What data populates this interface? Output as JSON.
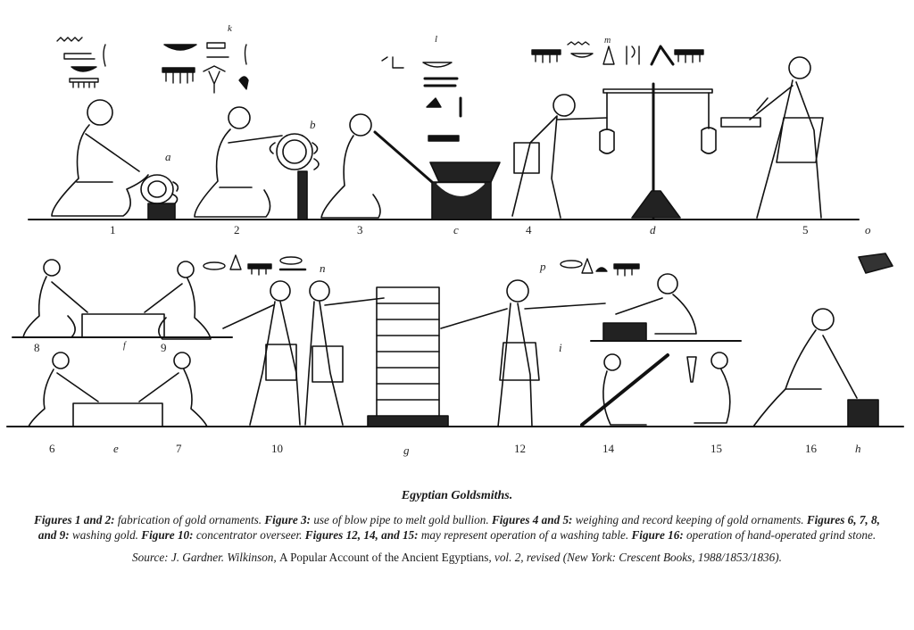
{
  "plate": {
    "top_register": {
      "figure_numbers": [
        "1",
        "2",
        "3",
        "4",
        "5"
      ],
      "object_letters": [
        "a",
        "b",
        "c",
        "d",
        "o"
      ],
      "hieroglyph_group_letters": [
        "k",
        "l",
        "m"
      ]
    },
    "bottom_register": {
      "figure_numbers": [
        "8",
        "9",
        "6",
        "7",
        "10",
        "12",
        "14",
        "15",
        "16"
      ],
      "object_letters": [
        "f",
        "e",
        "g",
        "i",
        "h"
      ],
      "hieroglyph_group_letters": [
        "n",
        "p"
      ]
    },
    "labels": {
      "n1": "1",
      "n2": "2",
      "n3": "3",
      "n4": "4",
      "n5": "5",
      "la": "a",
      "lb": "b",
      "lc": "c",
      "ld": "d",
      "lo": "o",
      "lk": "k",
      "ll": "l",
      "lm": "m",
      "n8": "8",
      "n9": "9",
      "lf": "f",
      "n6": "6",
      "le": "e",
      "n7": "7",
      "n10": "10",
      "ln": "n",
      "lg": "g",
      "lp": "p",
      "li": "i",
      "n12": "12",
      "n14": "14",
      "n15": "15",
      "n16": "16",
      "lh": "h"
    }
  },
  "caption": {
    "title": "Egyptian Goldsmiths.",
    "entries": [
      {
        "figures": "Figures 1 and 2:",
        "text": " fabrication of gold ornaments.  "
      },
      {
        "figures": "Figure 3:",
        "text": "  use of blow pipe to melt gold bullion.  "
      },
      {
        "figures": "Figures 4 and 5:",
        "text": "  weighing and record keeping of gold ornaments.  "
      },
      {
        "figures": "Figures 6, 7, 8, and 9:",
        "text": "  washing gold.  "
      },
      {
        "figures": "Figure 10:",
        "text": "  concentrator overseer.  "
      },
      {
        "figures": "Figures 12, 14, and 15:",
        "text": "  may represent operation of a washing table.  "
      },
      {
        "figures": "Figure 16:",
        "text": "  operation of hand-operated grind stone."
      }
    ],
    "source": {
      "prefix": "Source:  J. Gardner. Wilkinson, ",
      "title": "A Popular Account of the Ancient Egyptians",
      "rest": ", vol. 2, revised (New York:  Crescent Books, 1988/1853/1836)."
    }
  }
}
